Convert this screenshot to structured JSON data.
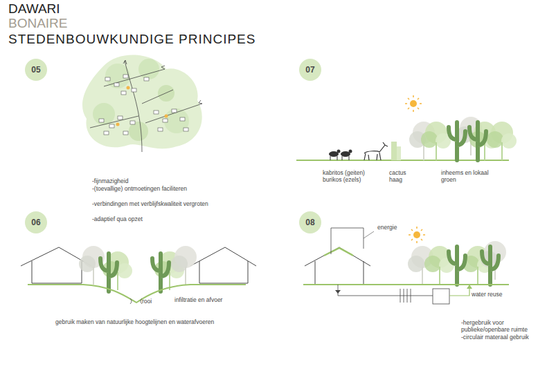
{
  "diagram": {
    "title": "STEDENBOUWKUNDIGE PRINCIPES",
    "nodes": [
      {
        "text": [
          "05"
        ]
      },
      {
        "text": [
          "07"
        ]
      },
      {
        "text": [
          "06"
        ]
      },
      {
        "text": [
          "08"
        ]
      }
    ],
    "labels": [
      "DAWARI",
      "BONAIRE",
      "-fijnmazigheid",
      "-(toevallige) ontmoetingen faciliteren",
      "-verbindingen met verblijfskwaliteit vergroten",
      "-adaptief qua opzet",
      "kabritos (geiten) burikos (ezels)",
      "cactus haag",
      "inheems en lokaal groen",
      "rooi",
      "infiltratie en afvoer",
      "gebruik maken van natuurlijke hoogtelijnen en waterafvoeren",
      "energie",
      "water reuse",
      "-hergebruik voor publieke/openbare ruimte",
      "-circulair materaal gebruik"
    ]
  }
}
